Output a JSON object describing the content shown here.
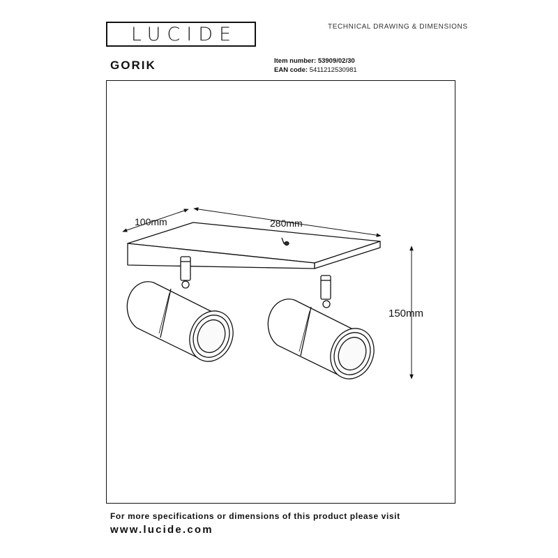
{
  "brand": {
    "logo_text": "LUCIDE"
  },
  "header": {
    "doc_type": "TECHNICAL DRAWING & DIMENSIONS",
    "product_name": "GORIK",
    "item_number_label": "Item number:",
    "item_number": "53909/02/30",
    "ean_label": "EAN code:",
    "ean": "5411212530981"
  },
  "dimensions": {
    "depth": "100mm",
    "length": "280mm",
    "height": "150mm"
  },
  "footer": {
    "info_text": "For more specifications or dimensions of this product please visit",
    "url": "www.lucide.com"
  }
}
